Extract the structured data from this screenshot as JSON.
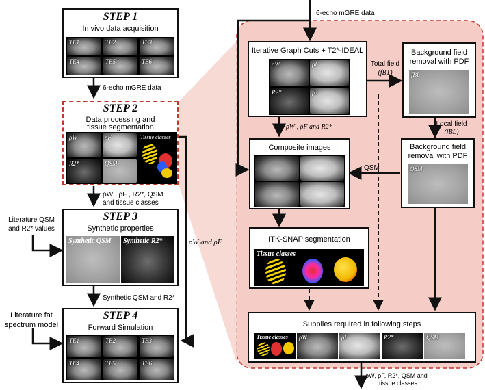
{
  "colors": {
    "panel_bg": "#f6cdc6",
    "panel_border": "#c0392b",
    "arrow": "#111111"
  },
  "top_input": "6-echo mGRE data",
  "step1": {
    "title": "STEP 1",
    "subtitle": "In vivo data acquisition",
    "echoes": [
      "TE1",
      "TE2",
      "TE3",
      "TE4",
      "TE5",
      "TE6"
    ]
  },
  "arrow1_label": "6-echo mGRE data",
  "step2": {
    "title": "STEP 2",
    "subtitle_line1": "Data processing and",
    "subtitle_line2": "tissue segmentation",
    "img_labels": {
      "rw": "ρW",
      "rf": "ρF",
      "r2": "R2*",
      "qsm": "QSM",
      "tissue": "Tissue classes"
    }
  },
  "arrow2_label_line1": "ρW , ρF , R2*, QSM",
  "arrow2_label_line2": "and tissue classes",
  "lit_qsm_line1": "Literature QSM",
  "lit_qsm_line2": "and R2* values",
  "step3": {
    "title": "STEP 3",
    "subtitle": "Synthetic properties",
    "img_labels": {
      "qsm": "Synthetic QSM",
      "r2": "Synthetic R2*"
    }
  },
  "side_label": "ρW and ρF",
  "arrow3_label": "Synthetic QSM and R2*",
  "lit_fat_line1": "Literature fat",
  "lit_fat_line2": "spectrum model",
  "step4": {
    "title": "STEP 4",
    "subtitle": "Forward Simulation",
    "echoes": [
      "TE1",
      "TE2",
      "TE3",
      "TE4",
      "TE5",
      "TE6"
    ]
  },
  "detail": {
    "igc_title": "Iterative Graph Cuts + T2*-IDEAL",
    "igc_labels": {
      "rw": "ρW",
      "rf": "ρF",
      "r2": "R2*",
      "fb": "fB"
    },
    "total_field_line1": "Total field",
    "total_field_line2": "(fBT)",
    "bg1_line1": "Background field",
    "bg1_line2": "removal with PDF",
    "bg1_img_label": "fBL",
    "local_field_line1": "Local field",
    "local_field_line2": "(fBL)",
    "bg2_line1": "Background field",
    "bg2_line2": "removal with PDF",
    "bg2_img_label": "QSM",
    "mid_label": "ρW , ρF and R2*",
    "composite_title": "Composite images",
    "qsm_label": "QSM",
    "itk_title": "ITK-SNAP segmentation",
    "itk_img_label": "Tissue classes",
    "supplies_title": "Supplies required in following steps",
    "supplies_labels": {
      "tissue": "Tissue classes",
      "rw": "ρW",
      "rf": "ρF",
      "r2": "R2*",
      "qsm": "QSM"
    },
    "bottom_label_line1": "ρW, ρF, R2*, QSM and",
    "bottom_label_line2": "tissue classes"
  }
}
